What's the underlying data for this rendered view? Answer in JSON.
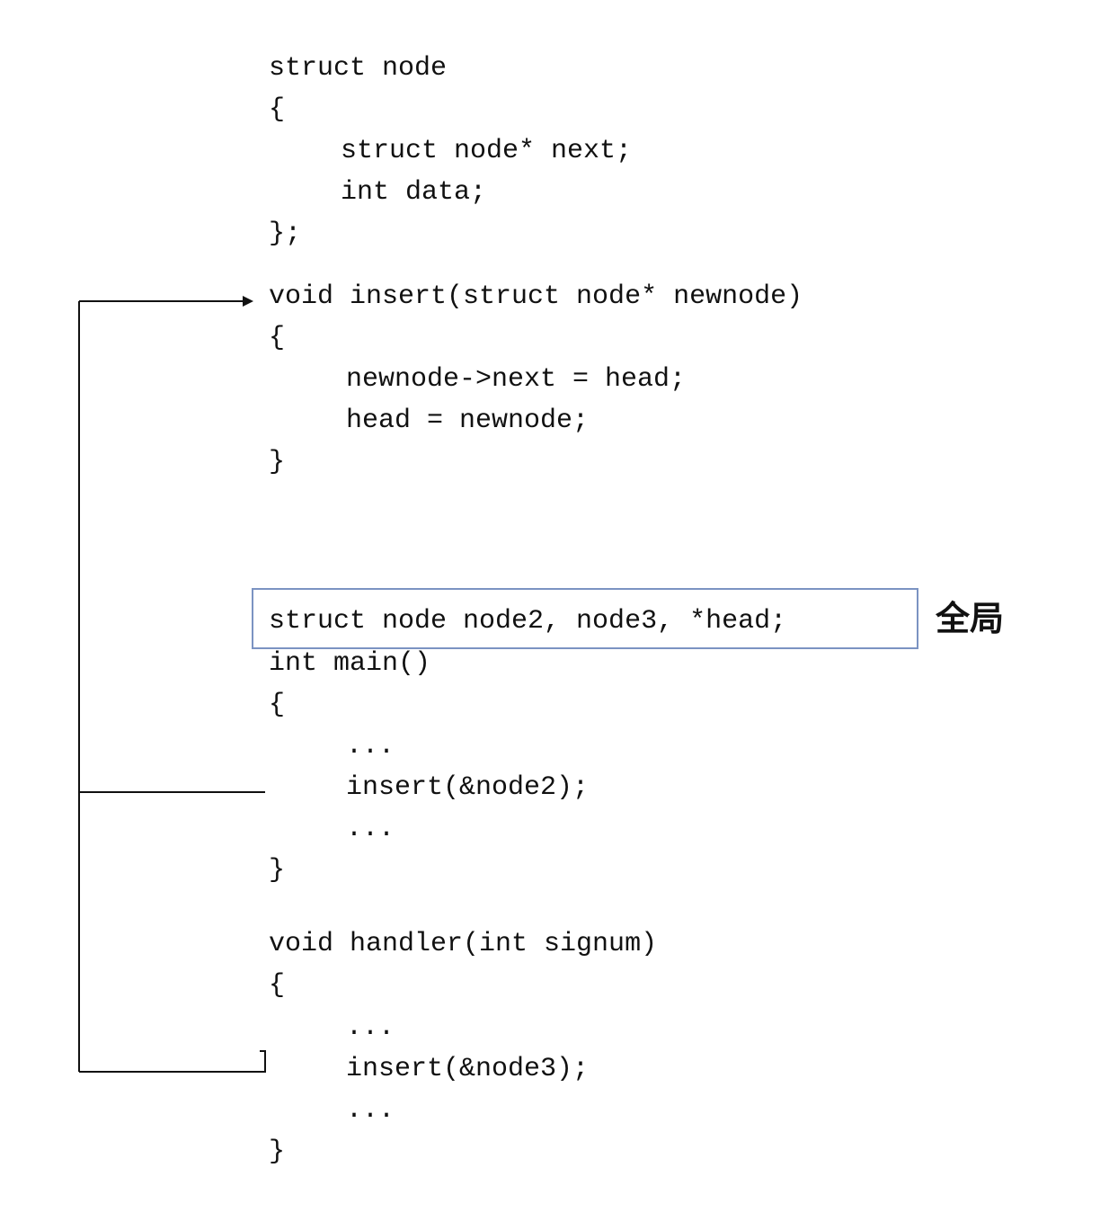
{
  "struct_block": {
    "line_1": "struct node",
    "line_2": "{",
    "line_3": "struct node* next;",
    "line_4": "int data;",
    "line_5": "};"
  },
  "insert_block": {
    "line_1": "void insert(struct node* newnode)",
    "line_2": "{",
    "line_3": "newnode->next = head;",
    "line_4": "head = newnode;",
    "line_5": "}"
  },
  "globals": {
    "declaration": "struct node node2, node3, *head;",
    "label": "全局"
  },
  "main_block": {
    "line_1": "int main()",
    "line_2": "{",
    "line_3": "...",
    "line_4": "insert(&node2);",
    "line_5": "...",
    "line_6": "}"
  },
  "handler_block": {
    "line_1": "void handler(int signum)",
    "line_2": "{",
    "line_3": "...",
    "line_4": "insert(&node3);",
    "line_5": "...",
    "line_6": "}"
  },
  "colors": {
    "text": "#111111",
    "box_border": "#7b93c2",
    "connector": "#111111"
  }
}
